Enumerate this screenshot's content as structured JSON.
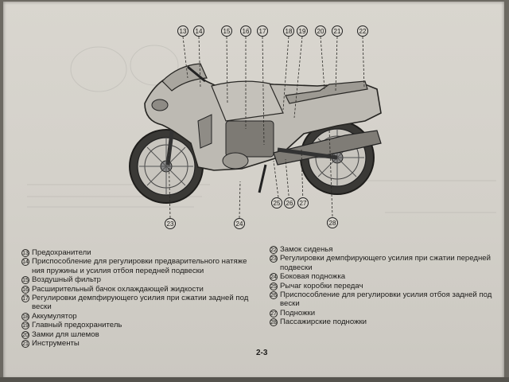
{
  "page_number": "2-3",
  "diagram": {
    "callouts": [
      "13",
      "14",
      "15",
      "16",
      "17",
      "18",
      "19",
      "20",
      "21",
      "22",
      "23",
      "24",
      "25",
      "26",
      "27",
      "28"
    ]
  },
  "legend_left": [
    {
      "num": "13",
      "text": "Предохранители"
    },
    {
      "num": "14",
      "text": "Приспособление для регулировки предварительного натяже ния пружины и усилия отбоя передней подвески"
    },
    {
      "num": "15",
      "text": "Воздушный фильтр"
    },
    {
      "num": "16",
      "text": "Расширительный бачок охлаждающей жидкости"
    },
    {
      "num": "17",
      "text": "Регулировки демпфирующего усилия при сжатии задней под вески"
    },
    {
      "num": "18",
      "text": "Аккумулятор"
    },
    {
      "num": "19",
      "text": "Главный предохранитель"
    },
    {
      "num": "20",
      "text": "Замки для шлемов"
    },
    {
      "num": "21",
      "text": "Инструменты"
    }
  ],
  "legend_right": [
    {
      "num": "22",
      "text": "Замок сиденья"
    },
    {
      "num": "23",
      "text": "Регулировки демпфирующего усилия при сжатии передней подвески"
    },
    {
      "num": "24",
      "text": "Боковая подножка"
    },
    {
      "num": "25",
      "text": "Рычаг коробки передач"
    },
    {
      "num": "26",
      "text": "Приспособление для регулировки усилия отбоя задней под вески"
    },
    {
      "num": "27",
      "text": "Подножки"
    },
    {
      "num": "28",
      "text": "Пассажирские подножки"
    }
  ]
}
